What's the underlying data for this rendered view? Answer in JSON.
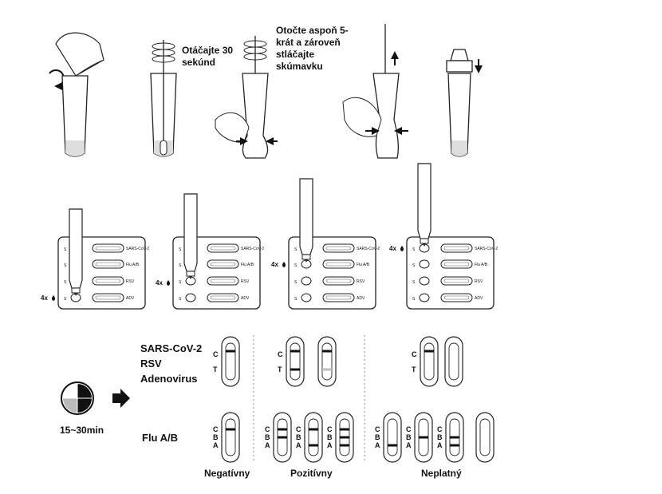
{
  "steps": {
    "rotate_text": [
      "Otáčajte 30",
      "sekúnd"
    ],
    "squeeze_text": [
      "Otočte aspoň 5-",
      "krát a zároveň",
      "stláčajte",
      "skúmavku"
    ]
  },
  "cassette": {
    "labels": [
      "SARS-CoV-2",
      "Flu A/B",
      "RSV",
      "ADV"
    ],
    "drop_label": "4x"
  },
  "results": {
    "group1_label": [
      "SARS-CoV-2",
      "RSV",
      "Adenovirus"
    ],
    "group2_label": "Flu A/B",
    "timer_label": "15~30min",
    "line_letters_ct": [
      "C",
      "T"
    ],
    "line_letters_cba": [
      "C",
      "B",
      "A"
    ],
    "categories": [
      "Negatívny",
      "Pozitívny",
      "Neplatný"
    ]
  }
}
